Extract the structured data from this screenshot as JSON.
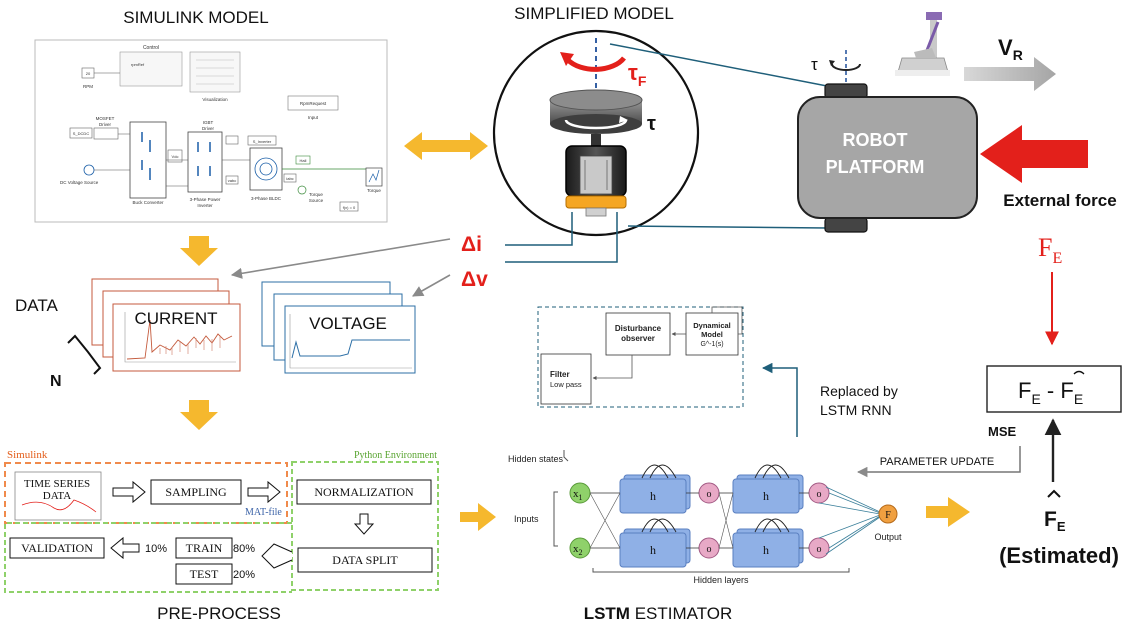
{
  "sections": {
    "simulink_model": "SIMULINK MODEL",
    "simplified_model": "SIMPLIFIED MODEL",
    "data": "DATA",
    "pre_process": "PRE-PROCESS",
    "lstm_bold": "LSTM",
    "lstm_rest": " ESTIMATOR"
  },
  "simulink_blocks": {
    "control": "Control",
    "rpm_value": "20",
    "rpm": "RPM",
    "rpmref": "rpmRef",
    "visualization": "Visualization",
    "input": "Input",
    "rpm_request": "RpmRequest",
    "mosfet": "MOSFET",
    "driver": "Driver",
    "s_dcdc": "S_DCDC",
    "igbt": "IGBT",
    "igbt_driver": "Driver",
    "s_inverter": "S_Inverter",
    "dc_voltage_source": "DC Voltage Source",
    "buck_converter": "Buck Converter",
    "vdc": "Vdc",
    "vabc": "vabc",
    "power_inverter_1": "3-Phase Power",
    "power_inverter_2": "Inverter",
    "bldc": "3-Phase BLDC",
    "hall": "Hall",
    "iabc": "iabc",
    "torque_source": "Torque",
    "torque_source_2": "Source",
    "torque": "Torque",
    "fu": "f(x) = 0"
  },
  "motor": {
    "tau_f": "τ",
    "tau_f_sub": "F",
    "tau": "τ",
    "delta_i": "Δi",
    "delta_v": "Δv"
  },
  "robot": {
    "tau_top": "τ",
    "vr": "V",
    "vr_sub": "R",
    "platform_line1": "ROBOT",
    "platform_line2": "PLATFORM",
    "external_force": "External force",
    "fe": "F",
    "fe_sub": "E"
  },
  "data_plots": {
    "current": "CURRENT",
    "voltage": "VOLTAGE",
    "n_label": "N"
  },
  "preprocess": {
    "simulink_env": "Simulink",
    "python_env": "Python Environment",
    "time_series_1": "TIME SERIES",
    "time_series_2": "DATA",
    "sampling": "SAMPLING",
    "mat_file": "MAT-file",
    "normalization": "NORMALIZATION",
    "data_split": "DATA SPLIT",
    "train": "TRAIN",
    "test": "TEST",
    "validation": "VALIDATION",
    "pct_10": "10%",
    "pct_80": "80%",
    "pct_20": "20%"
  },
  "observer": {
    "disturbance_1": "Disturbance",
    "disturbance_2": "observer",
    "dynamical_1": "Dynamical",
    "dynamical_2": "Model",
    "dynamical_3": "G^-1(s)",
    "filter": "Filter",
    "low_pass": "Low pass",
    "replaced_1": "Replaced by",
    "replaced_2": "LSTM RNN"
  },
  "lstm": {
    "hidden_states": "Hidden states",
    "inputs": "Inputs",
    "x1": "x",
    "x1_sub": "1",
    "x2": "x",
    "x2_sub": "2",
    "h": "h",
    "o": "o",
    "f": "F",
    "output": "Output",
    "hidden_layers": "Hidden layers",
    "parameter_update": "PARAMETER UPDATE"
  },
  "estimation": {
    "mse": "MSE",
    "formula_f": "F",
    "formula_sub": "E",
    "formula_minus": " - ",
    "formula_fhat": "F",
    "formula_hat_sub": "E",
    "estimated_f": "F",
    "estimated_sub": "E",
    "estimated_label": "(Estimated)"
  },
  "colors": {
    "orange_arrow": "#f5b82e",
    "red": "#e3201b",
    "teal": "#1f5f7a",
    "lstm_blue": "#8fb0e6",
    "lstm_green": "#8fd16a",
    "lstm_pink": "#e8a9c6",
    "output_orange": "#f0a040",
    "current_red": "#c45a3c",
    "voltage_blue": "#2c6fa6"
  }
}
